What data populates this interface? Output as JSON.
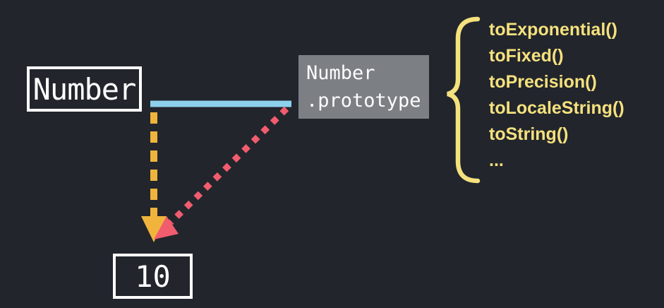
{
  "diagram": {
    "constructor_box": {
      "label": "Number"
    },
    "prototype_box": {
      "line1": "Number",
      "line2": ".prototype"
    },
    "instance_box": {
      "label": "10"
    },
    "methods": {
      "items": [
        "toExponential()",
        "toFixed()",
        "toPrecision()",
        "toLocaleString()",
        "toString()",
        "..."
      ]
    },
    "colors": {
      "background": "#22252c",
      "box_border": "#ffffff",
      "prototype_bg": "#7c7f84",
      "methods_yellow": "#f5e17d",
      "arrow_yellow": "#f0b43c",
      "arrow_red": "#f15d6e",
      "line_blue": "#8dd0ec"
    }
  }
}
